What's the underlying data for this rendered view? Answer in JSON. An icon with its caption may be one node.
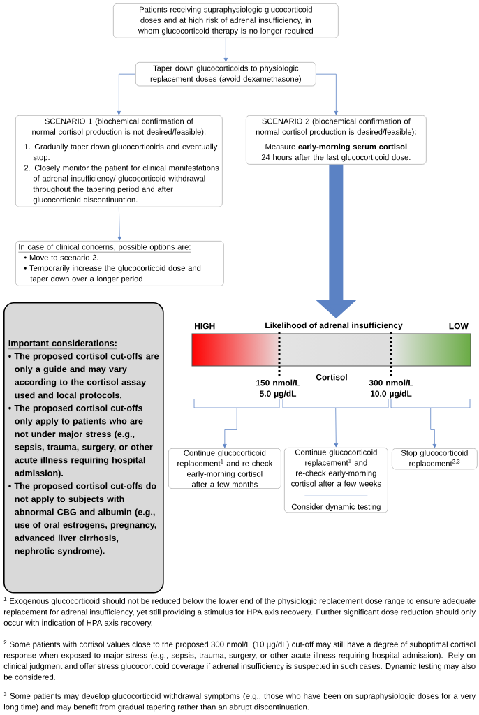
{
  "diagram": {
    "nodes": [
      {
        "text": [
          "Patients receiving supraphysiologic glucocorticoid doses and at high risk of adrenal insufficiency, in whom glucocorticoid therapy is no longer required"
        ]
      },
      {
        "text": [
          "Taper down glucocorticoids to physiologic replacement doses (avoid dexamethasone)"
        ]
      },
      {
        "text": [
          "SCENARIO 1 (biochemical confirmation of normal cortisol production is not desired/feasible):",
          "1. Gradually taper down glucocorticoids and eventually stop.",
          "2. Closely monitor the patient for clinical manifestations of adrenal insufficiency/ glucocorticoid withdrawal throughout the tapering period and after glucocorticoid discontinuation."
        ]
      },
      {
        "text": [
          "SCENARIO 2 (biochemical confirmation of normal cortisol production is desired/feasible):",
          "Measure **early-morning serum cortisol** 24 hours after the last glucocorticoid dose."
        ]
      },
      {
        "text": [
          "In case of clinical concerns, possible options are:",
          "• Move to scenario 2.",
          "• Temporarily increase the glucocorticoid dose and taper down over a longer period."
        ]
      },
      {
        "text": [
          "Important considerations:",
          "• The proposed cortisol cut-offs are only a guide and may vary according to the cortisol assay used and local protocols.",
          "• The proposed cortisol cut-offs only apply to patients who are not under major stress (e.g., sepsis, trauma, surgery, or other acute illness requiring hospital admission).",
          "• The proposed cortisol cut-offs do not apply to subjects with abnormal CBG and albumin (e.g., use of oral estrogens, pregnancy, advanced liver cirrhosis, nephrotic syndrome)."
        ]
      },
      {
        "text": [
          "HIGH",
          "Likelihood of adrenal insufficiency",
          "LOW"
        ]
      },
      {
        "text": [],
        "shape": "bracket"
      },
      {
        "text": [],
        "shape": "bracket"
      },
      {
        "text": [],
        "shape": "bracket"
      },
      {
        "text": [
          "Continue glucocorticoid replacement$^{1}$ and re-check early-morning cortisol after a few months"
        ]
      },
      {
        "text": [
          "Continue glucocorticoid replacement$^{1}$ and re-check early-morning cortisol after a few weeks",
          "Consider dynamic testing"
        ]
      },
      {
        "text": [
          "Stop glucocorticoid replacement$^{2,3}$"
        ]
      }
    ],
    "edges": [
      {
        "from": 0,
        "to": 1,
        "arrow": "to"
      },
      {
        "from": 1,
        "to": 2,
        "arrow": "to"
      },
      {
        "from": 1,
        "to": 3,
        "arrow": "to"
      },
      {
        "from": 2,
        "to": 4,
        "arrow": "to"
      },
      {
        "from": 3,
        "to": 6,
        "arrow": "to",
        "style": "thick"
      },
      {
        "from": 7,
        "to": 10,
        "arrow": "to"
      },
      {
        "from": 8,
        "to": 11,
        "arrow": "to"
      },
      {
        "from": 9,
        "to": 12,
        "arrow": "to"
      }
    ],
    "labels": [
      "Cortisol",
      "150 nmol/L 5.0 µg/dL",
      "300 nmol/L 10.0 µg/dL",
      "$^{1}$ Exogenous glucocorticoid should not be reduced below the lower end of the physiologic replacement dose range to ensure adequate replacement for adrenal insufficiency, yet still providing a stimulus for HPA axis recovery. Further significant dose reduction should only occur with indication of HPA axis recovery.",
      "$^{2}$ Some patients with cortisol values close to the proposed 300 nmol/L (10 µg/dL) cut-off may still have a degree of suboptimal cortisol response when exposed to major stress (e.g., sepsis, trauma, surgery, or other acute illness requiring hospital admission). Rely on clinical judgment and offer stress glucocorticoid coverage if adrenal insufficiency is suspected in such cases. Dynamic testing may also be considered.",
      "$^{3}$ Some patients may develop glucocorticoid withdrawal symptoms (e.g., those who have been on supraphysiologic doses for a very long time) and may benefit from gradual tapering rather than an abrupt discontinuation."
    ]
  }
}
